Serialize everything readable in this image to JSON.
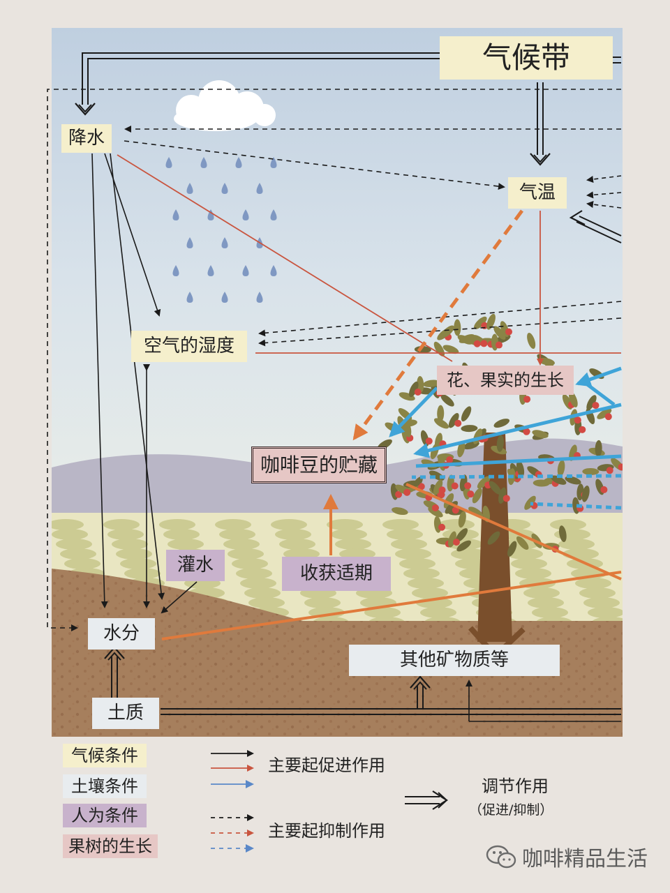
{
  "nodes": {
    "climate_zone": "气候带",
    "precipitation": "降水",
    "temperature": "气温",
    "humidity": "空气的湿度",
    "flower_fruit": "花、果实的生长",
    "bean_storage": "咖啡豆的贮藏",
    "irrigation": "灌水",
    "harvest": "收获适期",
    "moisture": "水分",
    "minerals": "其他矿物质等",
    "soil": "土质"
  },
  "legend": {
    "categories": [
      {
        "label": "气候条件",
        "color": "#f5efcc"
      },
      {
        "label": "土壤条件",
        "color": "#e8ecef"
      },
      {
        "label": "人为条件",
        "color": "#c8b2cc"
      },
      {
        "label": "果树的生长",
        "color": "#e6c7c5"
      }
    ],
    "promote": "主要起促进作用",
    "inhibit": "主要起抑制作用",
    "regulate": "调节作用",
    "regulate_sub": "（促进/抑制）"
  },
  "watermark": "咖啡精品生活",
  "colors": {
    "black": "#1a1a1a",
    "red": "#c9553f",
    "blue": "#5a88c8",
    "orange": "#e07a3c",
    "light_blue": "#3fa4d8"
  }
}
